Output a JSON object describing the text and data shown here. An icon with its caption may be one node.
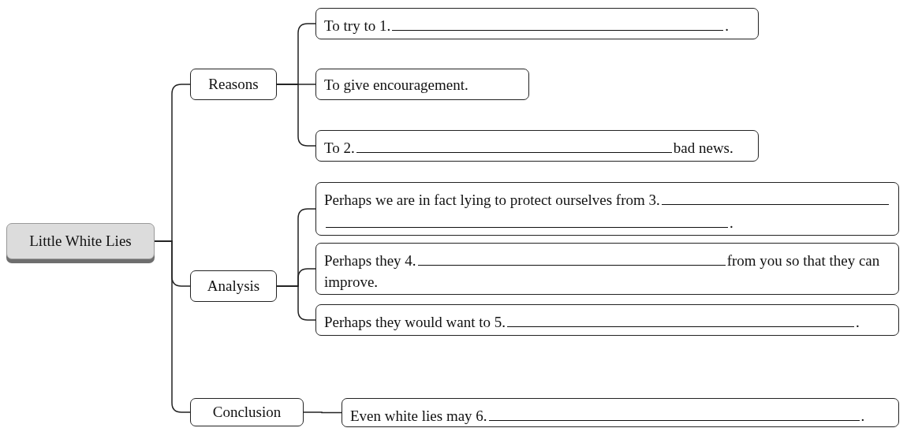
{
  "diagram": {
    "nodes": [
      {
        "text": [
          "Little White Lies"
        ]
      },
      {
        "text": [
          "Reasons"
        ]
      },
      {
        "text": [
          "Analysis"
        ]
      },
      {
        "text": [
          "Conclusion"
        ]
      },
      {
        "text": [
          "To try to 1.",
          "."
        ]
      },
      {
        "text": [
          "To give encouragement."
        ]
      },
      {
        "text": [
          "To 2.",
          "bad news."
        ]
      },
      {
        "text": [
          "Perhaps we are in fact lying to protect ourselves from 3.",
          "."
        ]
      },
      {
        "text": [
          "Perhaps they 4.",
          "from you so that they can improve."
        ]
      },
      {
        "text": [
          "Perhaps they would want to 5.",
          "."
        ]
      },
      {
        "text": [
          "Even white lies may 6.",
          "."
        ]
      }
    ],
    "edges": [
      {
        "from": 0,
        "to": 1,
        "arrow": "none"
      },
      {
        "from": 0,
        "to": 2,
        "arrow": "none"
      },
      {
        "from": 0,
        "to": 3,
        "arrow": "none"
      },
      {
        "from": 1,
        "to": 4,
        "arrow": "none"
      },
      {
        "from": 1,
        "to": 5,
        "arrow": "none"
      },
      {
        "from": 1,
        "to": 6,
        "arrow": "none"
      },
      {
        "from": 2,
        "to": 7,
        "arrow": "none"
      },
      {
        "from": 2,
        "to": 8,
        "arrow": "none"
      },
      {
        "from": 2,
        "to": 9,
        "arrow": "none"
      },
      {
        "from": 3,
        "to": 10,
        "arrow": "none"
      }
    ]
  }
}
